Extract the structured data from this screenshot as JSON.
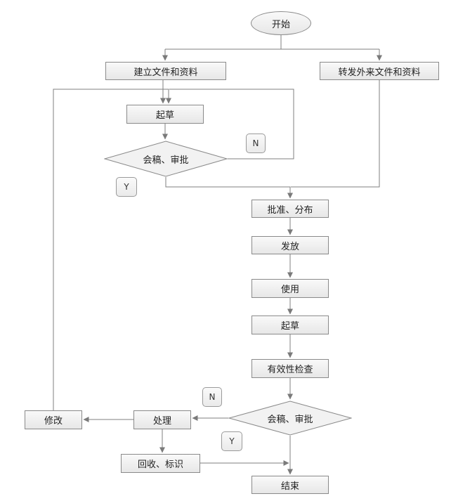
{
  "diagram": {
    "title": "document-control-flowchart",
    "colors": {
      "node_fill": "#f0f0f0",
      "node_border": "#8a8a8a",
      "line": "#7f7f7f",
      "text": "#222222",
      "background": "#ffffff"
    },
    "nodes": {
      "start": {
        "label": "开始",
        "shape": "ellipse"
      },
      "create_docs": {
        "label": "建立文件和资料",
        "shape": "rect"
      },
      "forward_docs": {
        "label": "转发外来文件和资料",
        "shape": "rect"
      },
      "draft1": {
        "label": "起草",
        "shape": "rect"
      },
      "review1": {
        "label": "会稿、审批",
        "shape": "diamond"
      },
      "approve_distribute": {
        "label": "批准、分布",
        "shape": "rect"
      },
      "issue": {
        "label": "发放",
        "shape": "rect"
      },
      "use": {
        "label": "使用",
        "shape": "rect"
      },
      "draft2": {
        "label": "起草",
        "shape": "rect"
      },
      "validity_check": {
        "label": "有效性检查",
        "shape": "rect"
      },
      "review2": {
        "label": "会稿、审批",
        "shape": "diamond"
      },
      "handle": {
        "label": "处理",
        "shape": "rect"
      },
      "modify": {
        "label": "修改",
        "shape": "rect"
      },
      "recycle_mark": {
        "label": "回收、标识",
        "shape": "rect"
      },
      "end": {
        "label": "结束",
        "shape": "rect"
      }
    },
    "labels": {
      "n1": "N",
      "y1": "Y",
      "n2": "N",
      "y2": "Y"
    }
  }
}
